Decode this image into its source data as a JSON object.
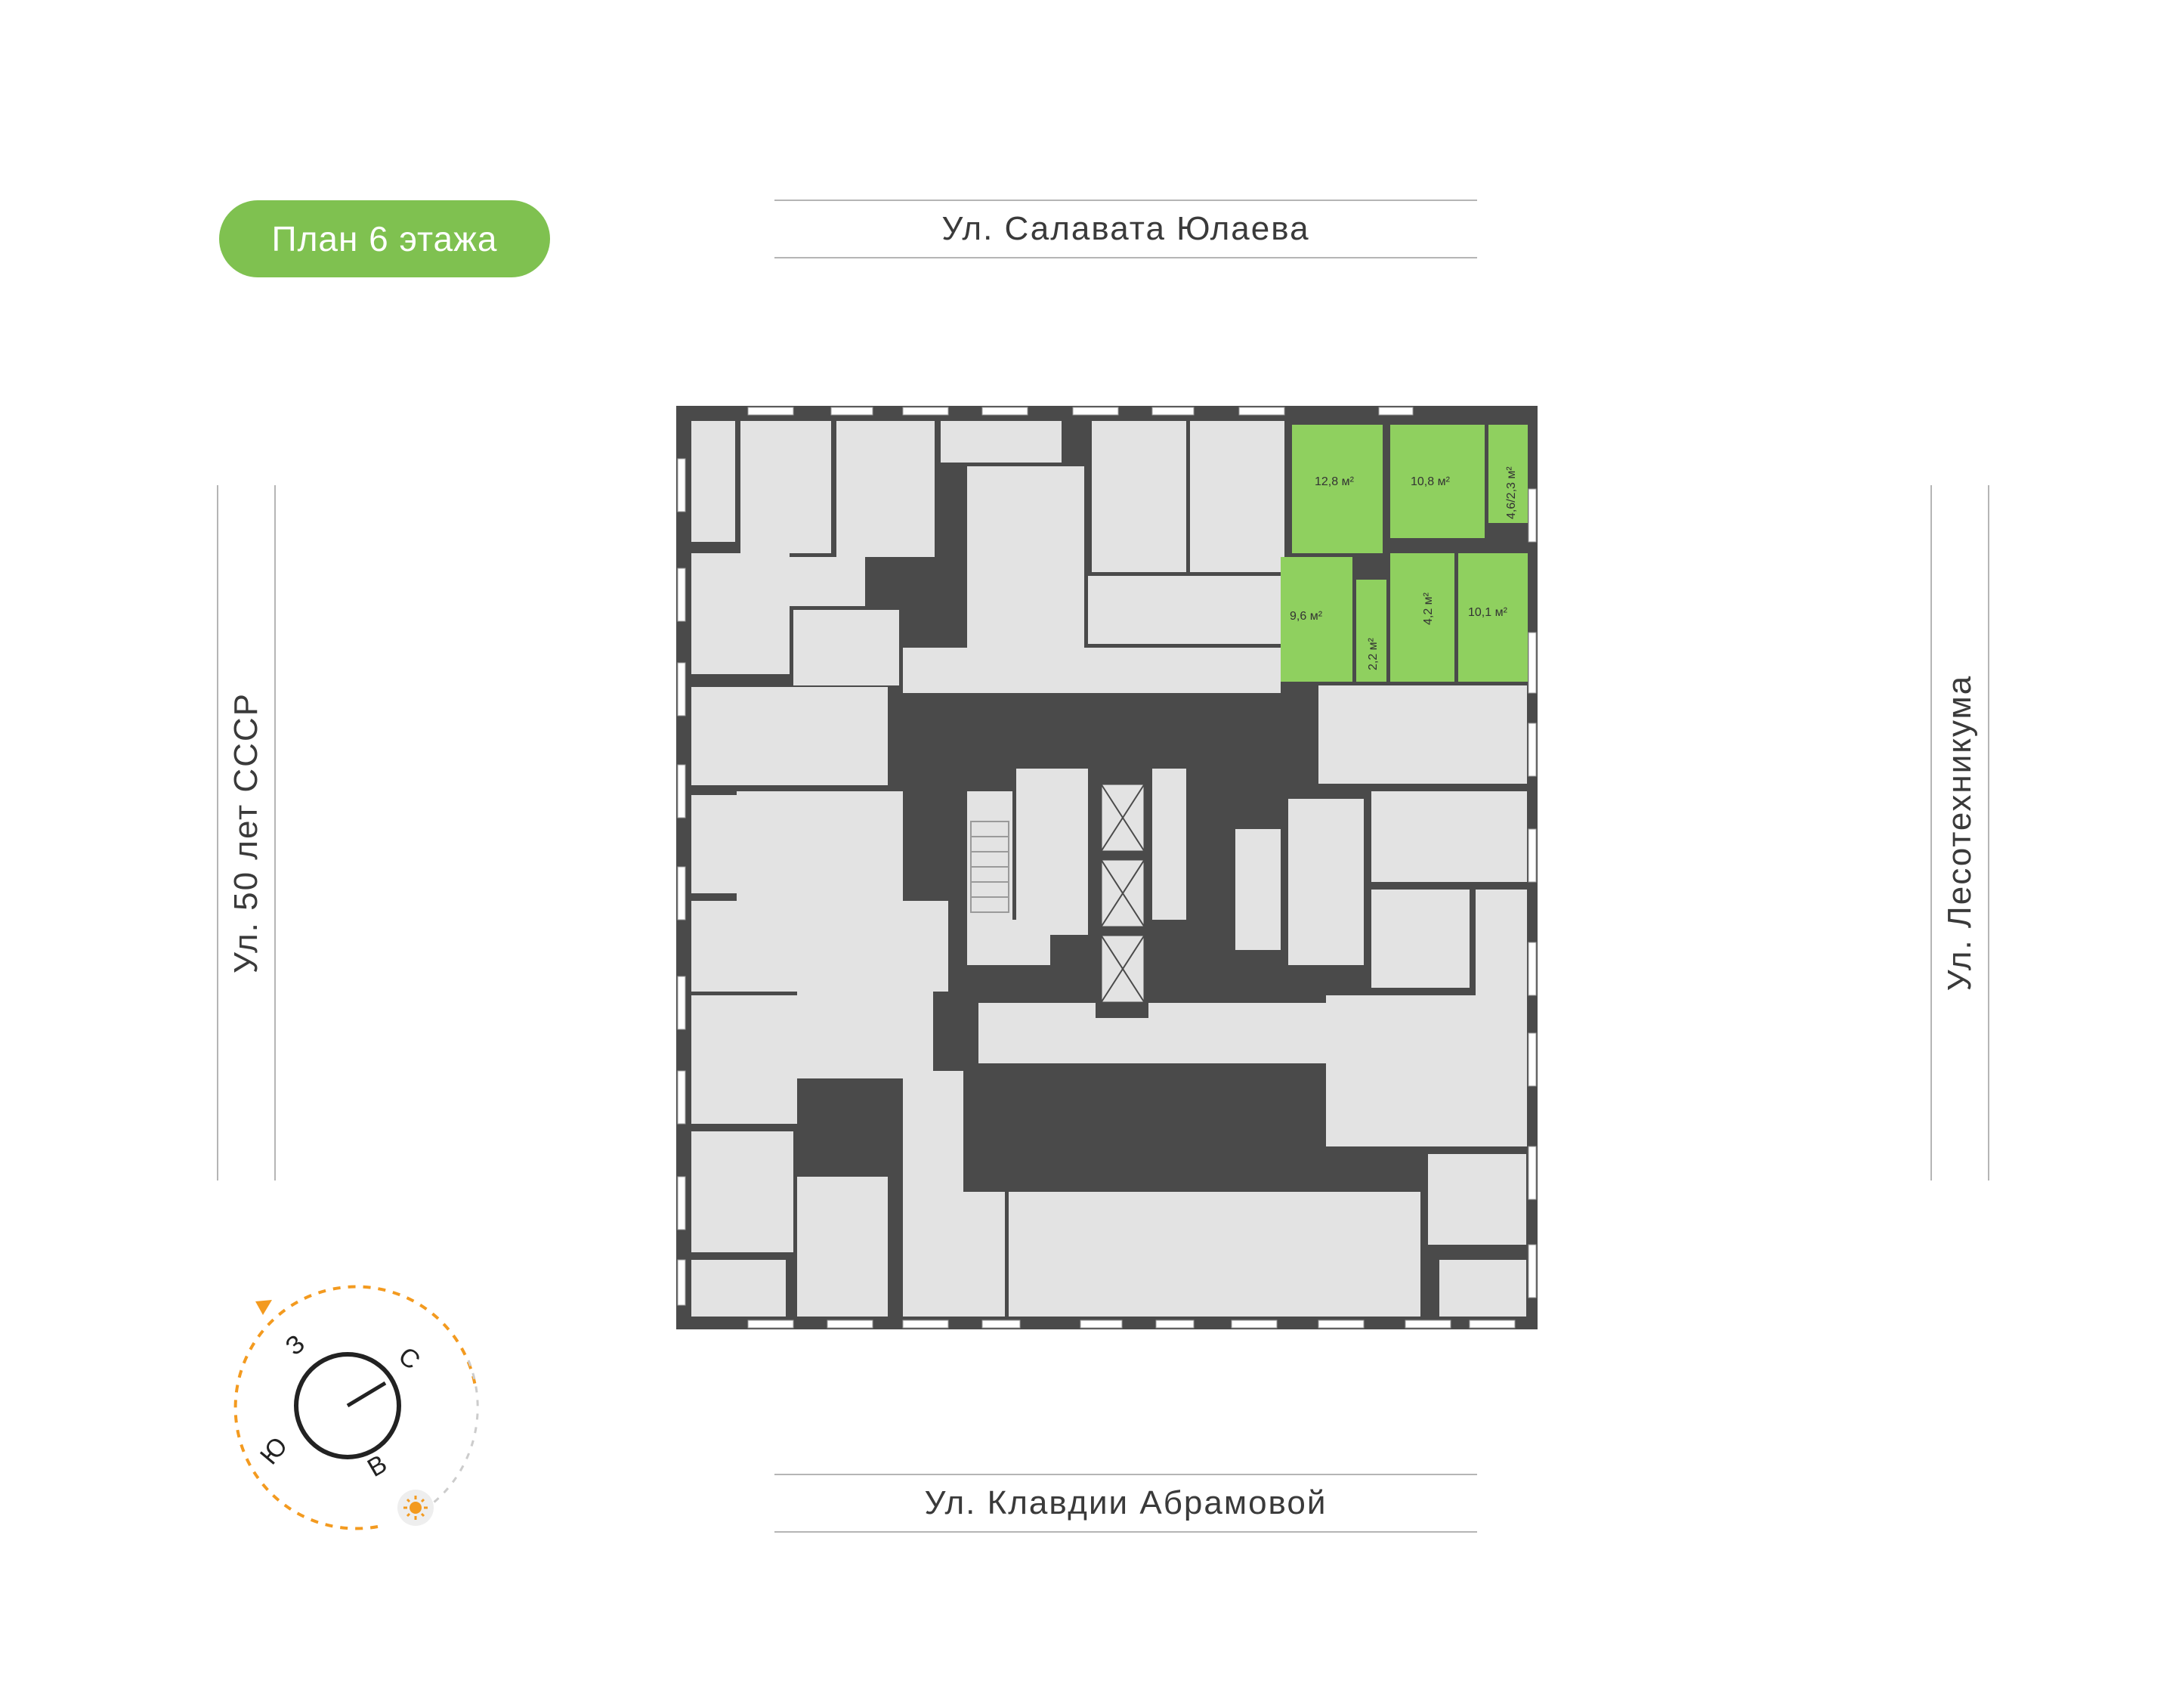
{
  "floor_badge": {
    "label": "План 6 этажа"
  },
  "streets": {
    "top": "Ул. Салавата Юлаева",
    "bottom": "Ул. Клавдии Абрамовой",
    "left": "Ул. 50 лет СССР",
    "right": "Ул. Лесотехникума"
  },
  "highlighted_apartment": {
    "color": "#8fd05f",
    "rooms": [
      {
        "area": "12,8 м²"
      },
      {
        "area": "10,8 м²"
      },
      {
        "area": "4,6/2,3 м²"
      },
      {
        "area": "9,6 м²"
      },
      {
        "area": "2,2 м²"
      },
      {
        "area": "4,2 м²"
      },
      {
        "area": "10,1 м²"
      }
    ]
  },
  "compass": {
    "north": "С",
    "south": "Ю",
    "east": "В",
    "west": "З",
    "sun_icon": "sun-icon",
    "path_color": "#f39a1f"
  },
  "colors": {
    "wall": "#4a4a4a",
    "room": "#e3e3e3",
    "badge": "#7fc150"
  }
}
